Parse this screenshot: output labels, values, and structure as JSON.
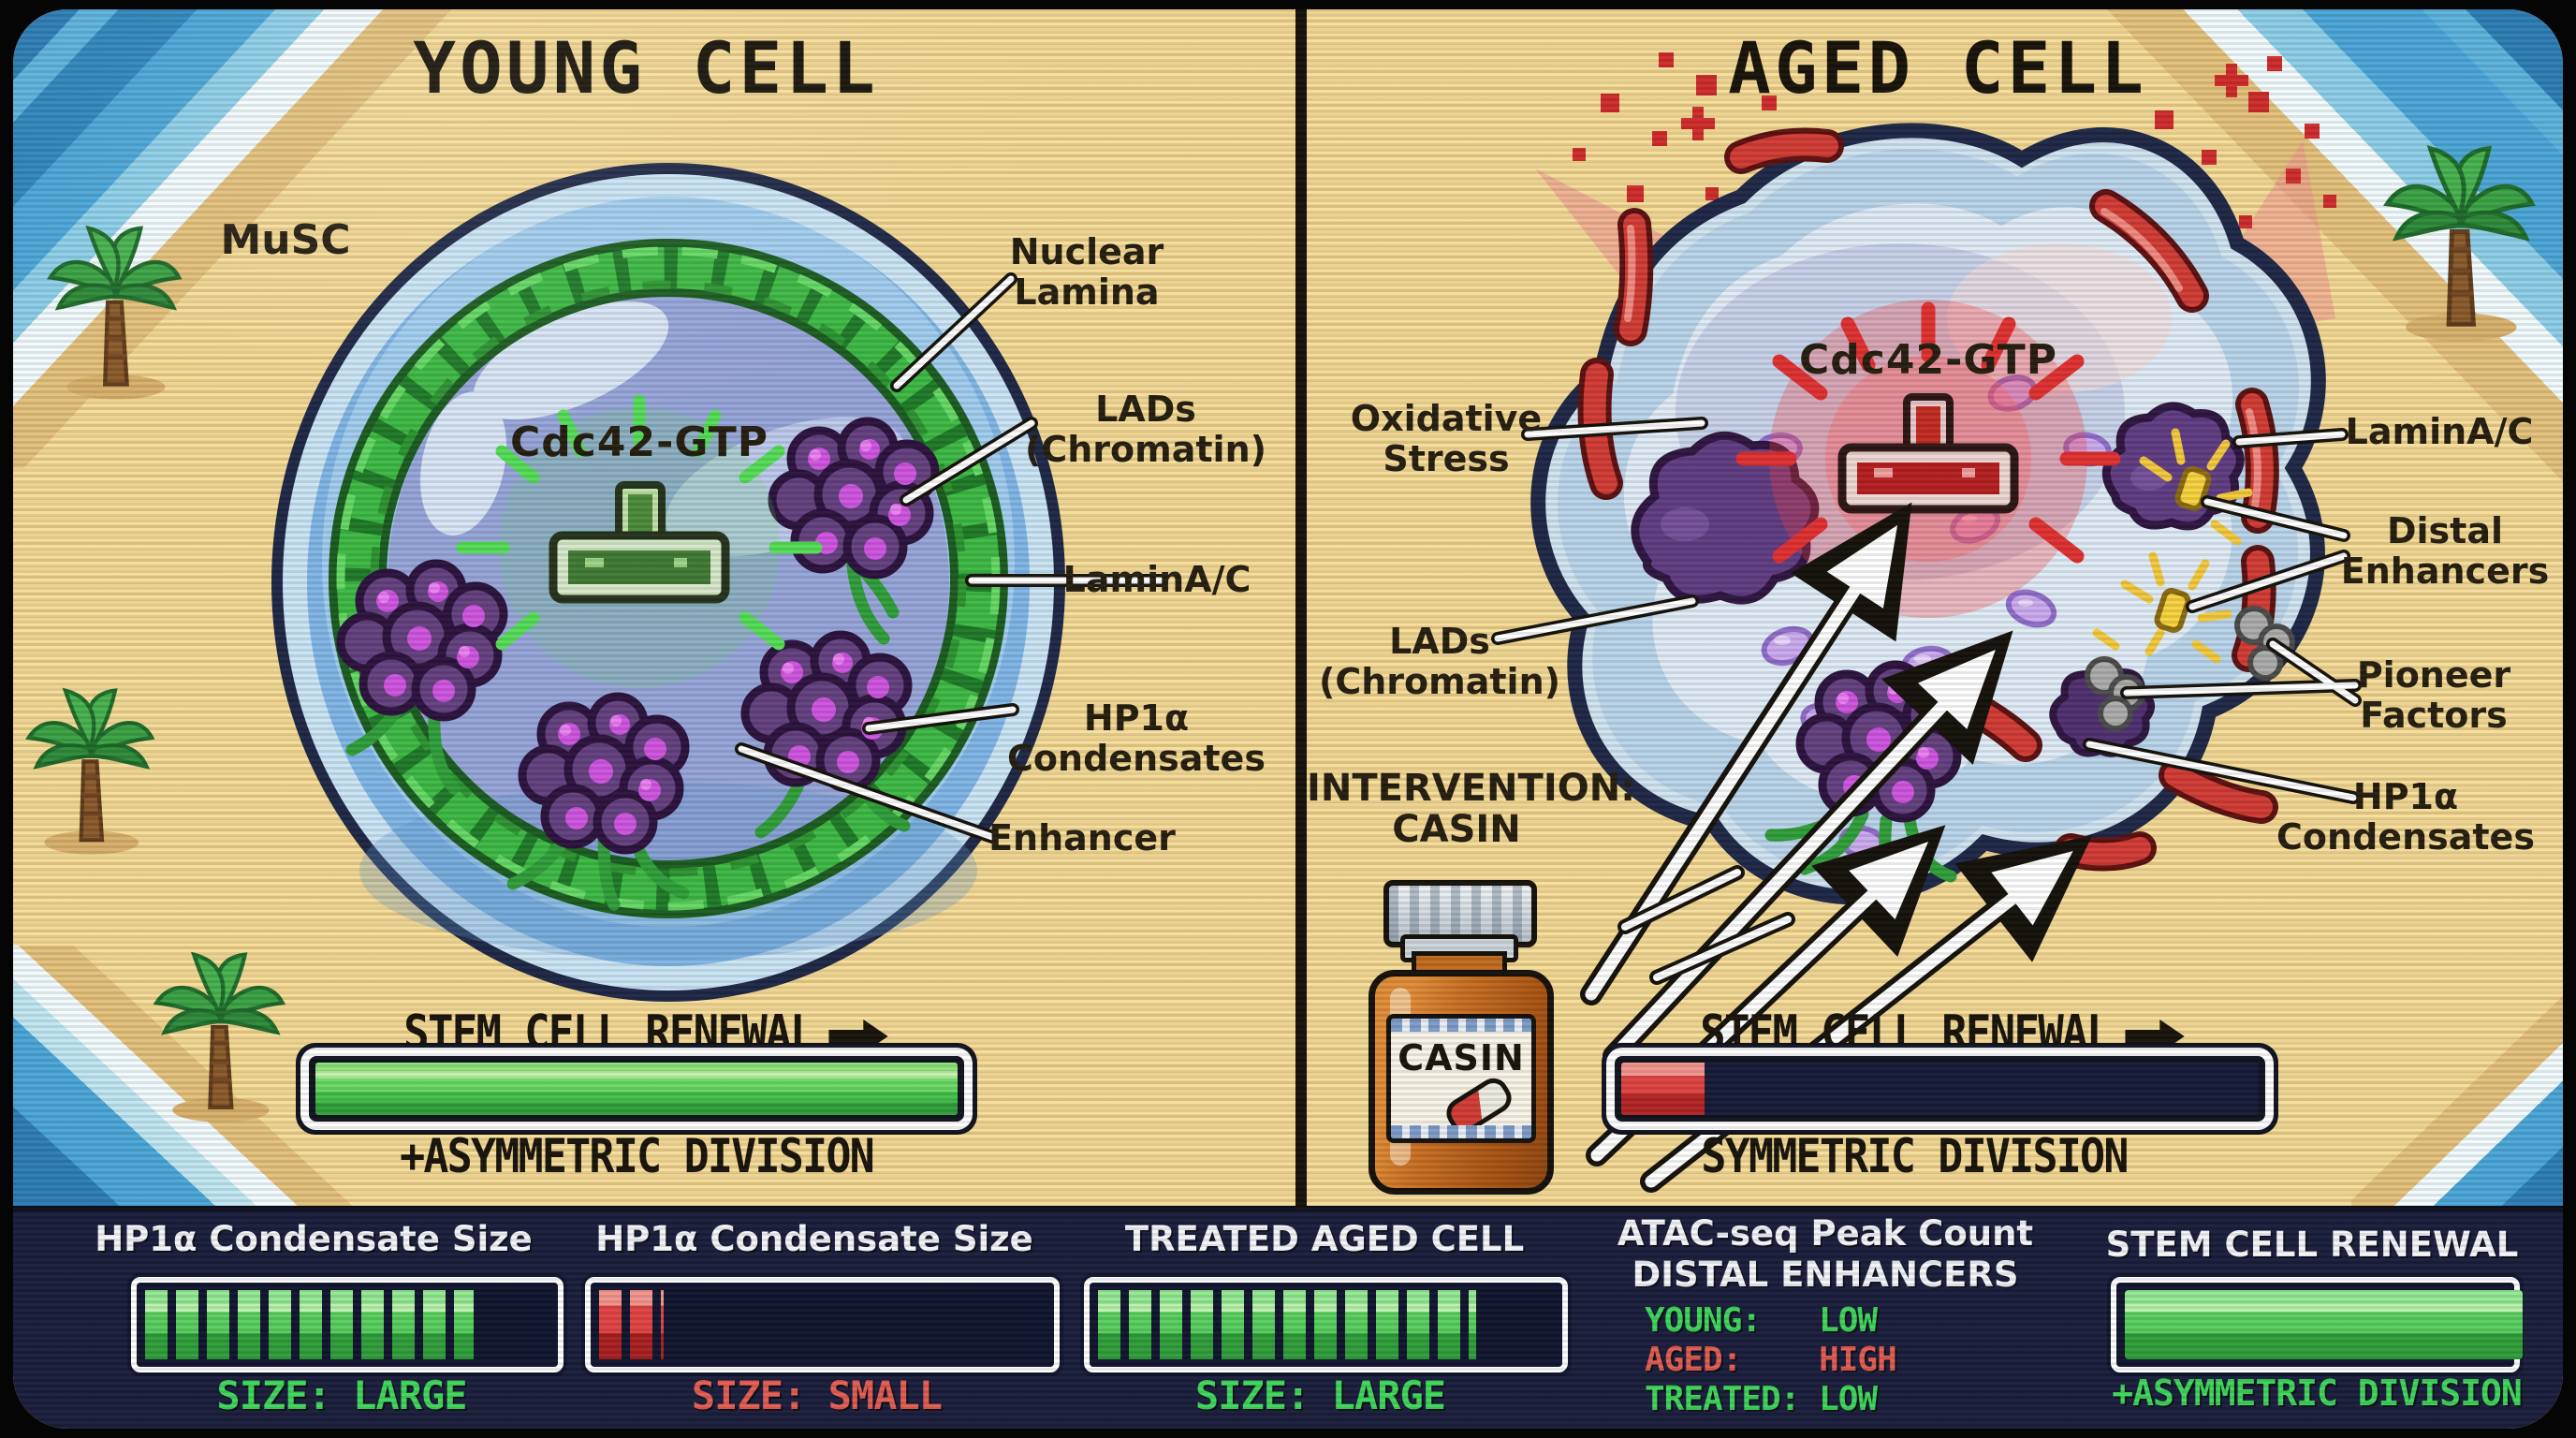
{
  "left_panel": {
    "title": "YOUNG CELL",
    "cell_type_label": "MuSC",
    "center_label": "Cdc42-GTP",
    "labels": {
      "nuclear_lamina": "Nuclear Lamina",
      "lads": "LADs (Chromatin)",
      "lamin_ac": "LaminA/C",
      "hp1a": "HP1α Condensates",
      "enhancer": "Enhancer"
    },
    "renewal": {
      "title": "STEM CELL RENEWAL",
      "caption": "+ASYMMETRIC DIVISION",
      "fill_pct": 100
    }
  },
  "right_panel": {
    "title": "AGED CELL",
    "center_label": "Cdc42-GTP",
    "labels": {
      "oxidative_stress": "Oxidative Stress",
      "lads": "LADs (Chromatin)",
      "lamin_ac": "LaminA/C",
      "distal_enhancers": "Distal Enhancers",
      "pioneer_factors": "Pioneer Factors",
      "hp1a": "HP1α Condensates"
    },
    "intervention": {
      "heading": "INTERVENTION:",
      "name": "CASIN",
      "bottle_label": "CASIN"
    },
    "renewal": {
      "title": "STEM CELL RENEWAL",
      "caption": "SYMMETRIC DIVISION",
      "fill_pct": 13
    }
  },
  "status_bar": {
    "panel1": {
      "title": "HP1α Condensate Size",
      "caption": "SIZE: LARGE",
      "fill_pct": 78
    },
    "panel2": {
      "title": "HP1α Condensate Size",
      "caption": "SIZE: SMALL",
      "fill_pct": 14
    },
    "panel3": {
      "title": "TREATED AGED CELL",
      "caption": "SIZE: LARGE",
      "fill_pct": 80
    },
    "panel4": {
      "title": "ATAC-seq Peak Count",
      "subtitle": "DISTAL ENHANCERS",
      "rows": [
        {
          "label": "YOUNG:",
          "value": "LOW",
          "status": "good"
        },
        {
          "label": "AGED:",
          "value": "HIGH",
          "status": "bad"
        },
        {
          "label": "TREATED:",
          "value": "LOW",
          "status": "good"
        }
      ]
    },
    "panel5": {
      "title": "STEM CELL RENEWAL",
      "caption": "+ASYMMETRIC DIVISION",
      "fill_pct": 100
    }
  },
  "colors": {
    "good_green": "#3ed65a",
    "bad_red": "#e25c52",
    "renewal_full": "#4ec94a",
    "renewal_low": "#e04343",
    "sand": "#f5db95",
    "navy_panel": "#191d3b"
  }
}
